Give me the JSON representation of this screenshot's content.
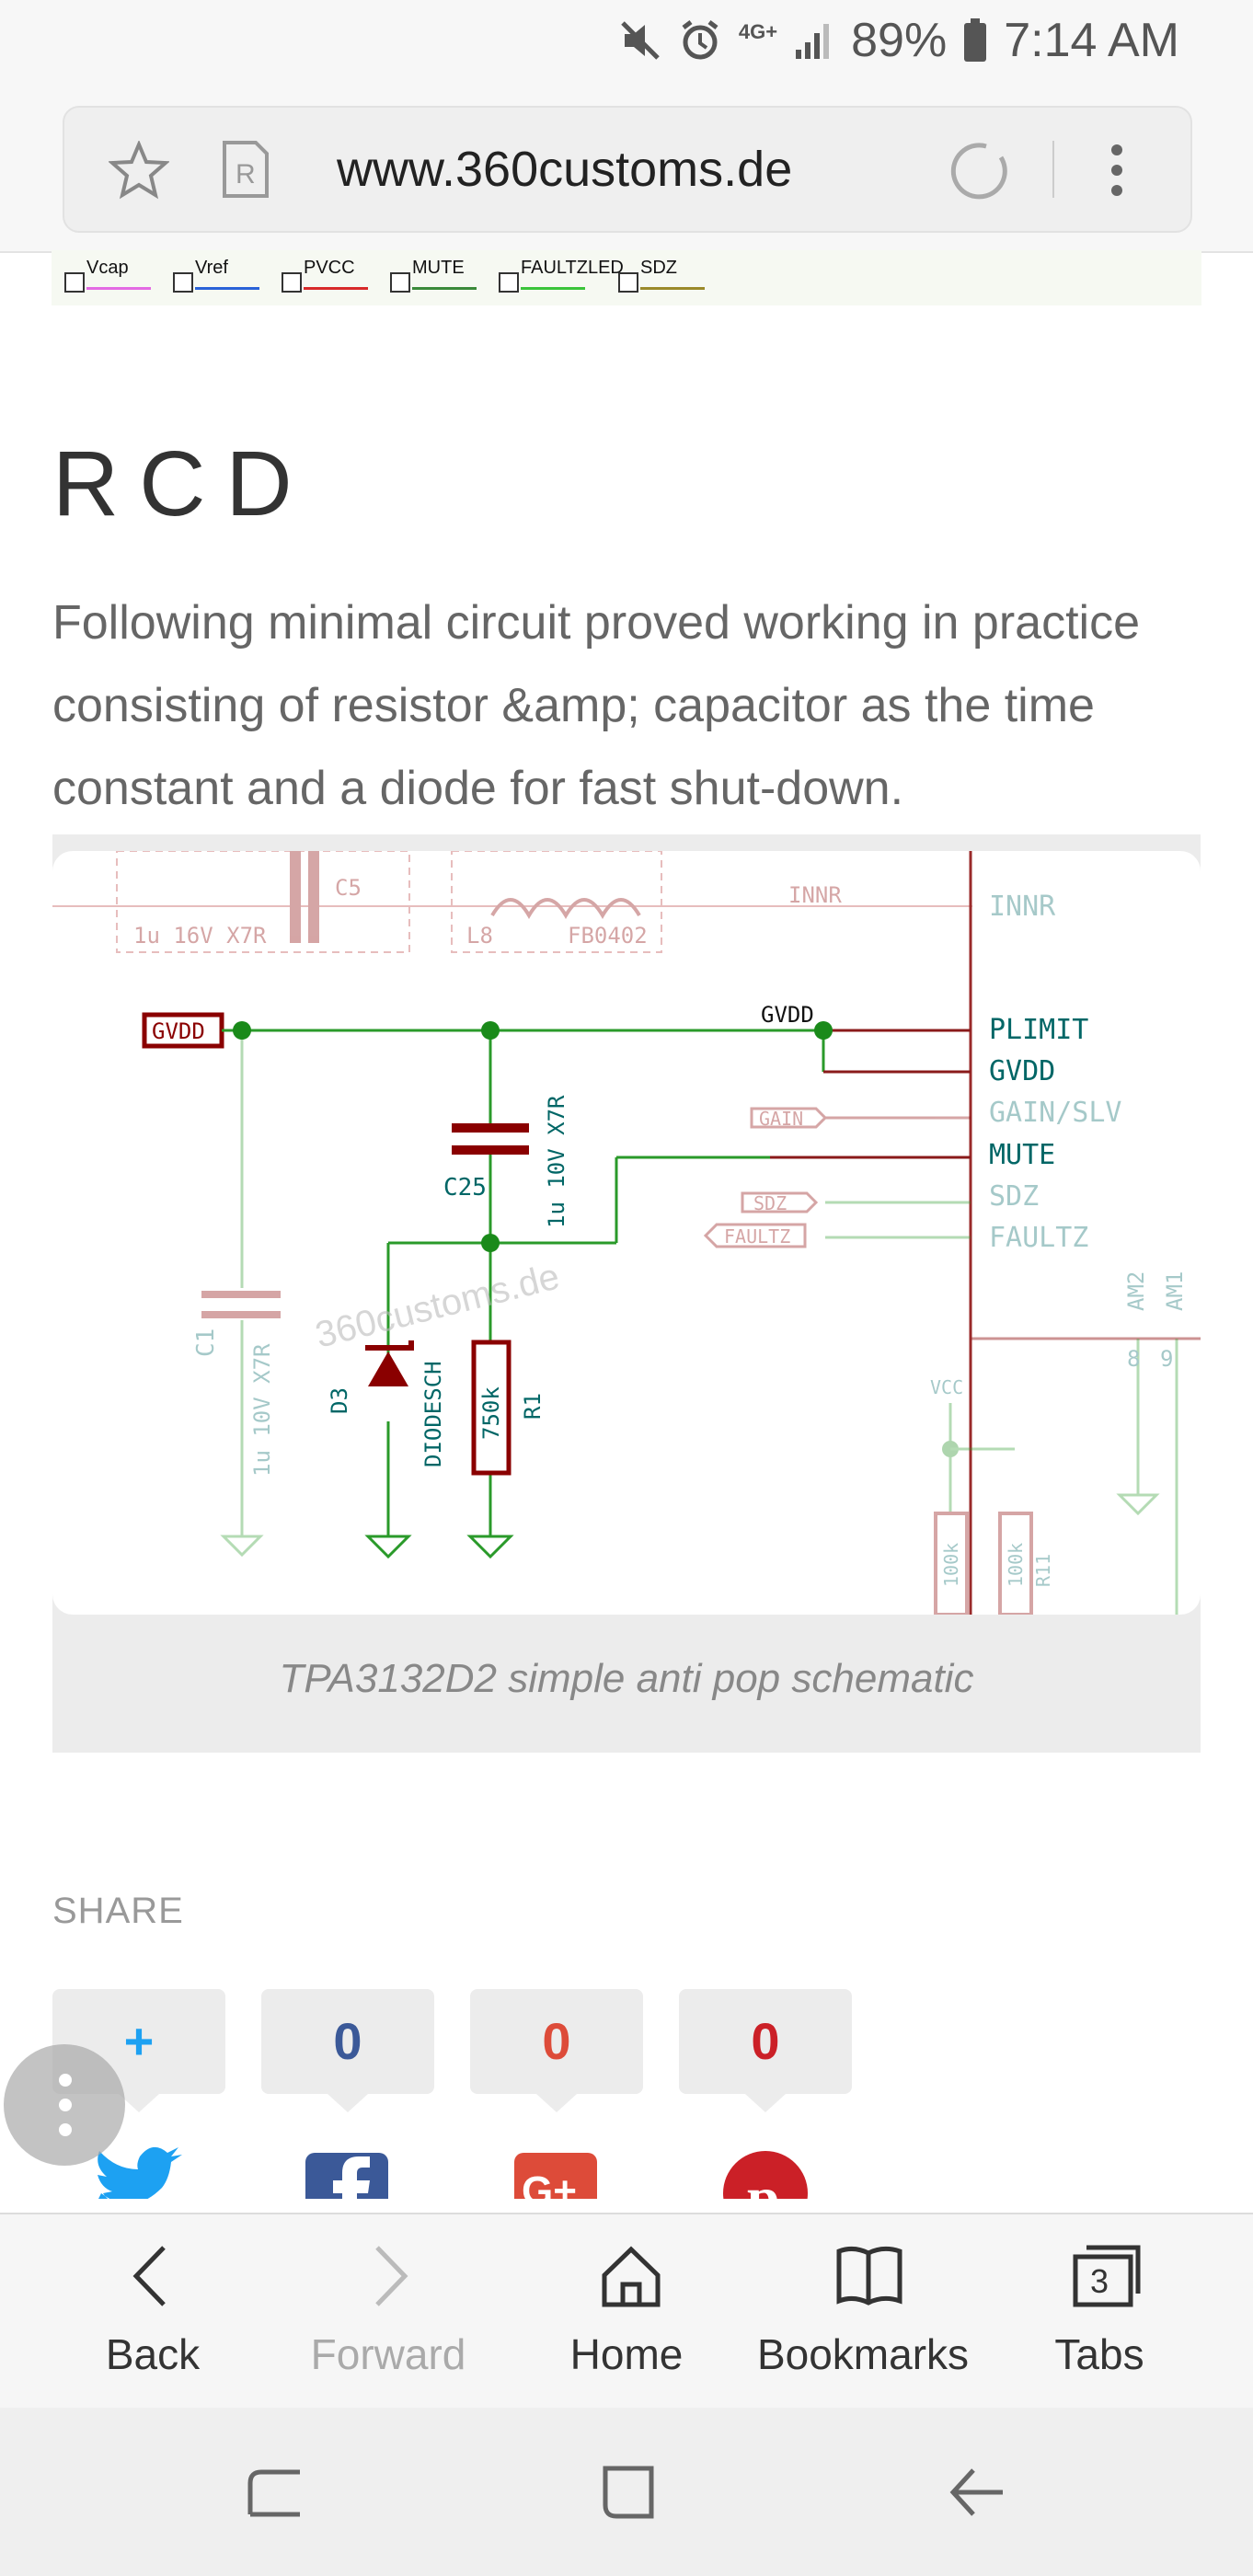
{
  "status_bar": {
    "network": "4G+",
    "battery": "89%",
    "time": "7:14 AM"
  },
  "browser": {
    "url": "www.360customs.de"
  },
  "legend": [
    "Vcap",
    "Vref",
    "PVCC",
    "MUTE",
    "FAULTZLED",
    "SDZ"
  ],
  "article": {
    "heading": "RCD",
    "paragraph": "Following minimal circuit proved working in practice consisting of resistor &amp; capacitor as the time constant and a diode for fast shut-down."
  },
  "figure": {
    "caption": "TPA3132D2 simple anti pop schematic",
    "schematic": {
      "net_label_left": "GVDD",
      "net_label_top": "GVDD",
      "pins": [
        "INNR",
        "PLIMIT",
        "GVDD",
        "GAIN/SLV",
        "MUTE",
        "SDZ",
        "FAULTZ"
      ],
      "components": {
        "c5": "C5",
        "c5_value": "1u 16V X7R",
        "l8": "L8",
        "l8_value": "FB0402",
        "net_innr": "INNR",
        "c25": "C25",
        "c25_value": "1u 10V X7R",
        "c1": "C1",
        "c1_value": "1u 10V X7R",
        "d3": "D3",
        "d3_value": "DIODESCH",
        "r1": "R1",
        "r1_value": "750k",
        "gain_tag": "GAIN",
        "sdz_tag": "SDZ",
        "faultz_tag": "FAULTZ",
        "vcc": "VCC",
        "am2": "AM2",
        "am1": "AM1",
        "pin8": "8",
        "pin9": "9",
        "r_a_value": "100k",
        "r_b_value": "100k",
        "r11": "R11"
      },
      "watermark": "360customs.de"
    }
  },
  "share": {
    "label": "SHARE",
    "counters": [
      {
        "value": "+",
        "color": "#1da1f2",
        "icon": "twitter-icon"
      },
      {
        "value": "0",
        "color": "#3b5998",
        "icon": "facebook-icon"
      },
      {
        "value": "0",
        "color": "#dd4b39",
        "icon": "google-plus-icon"
      },
      {
        "value": "0",
        "color": "#cb2027",
        "icon": "pinterest-icon"
      }
    ]
  },
  "bottom_nav": {
    "back": "Back",
    "forward": "Forward",
    "home": "Home",
    "bookmarks": "Bookmarks",
    "tabs": "Tabs",
    "tabs_count": "3"
  }
}
